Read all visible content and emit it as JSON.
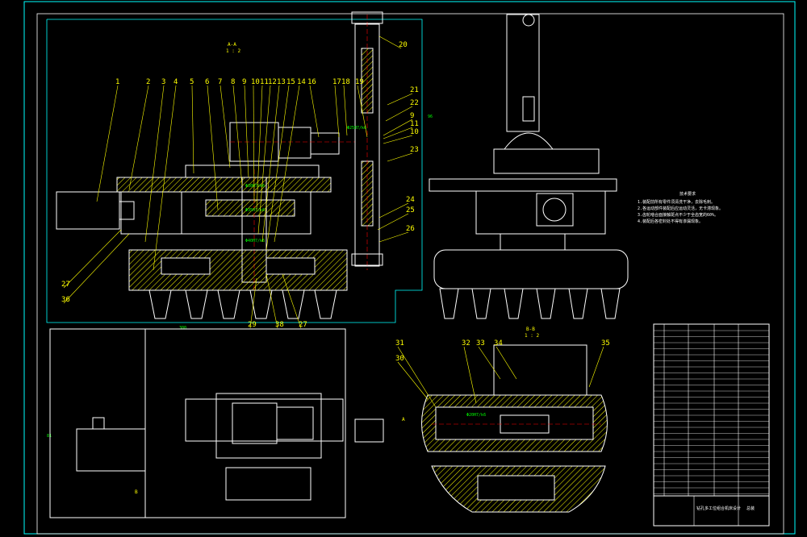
{
  "drawing": {
    "views": {
      "section_aa": {
        "title": "A-A",
        "scale": "1 : 2"
      },
      "section_bb": {
        "title": "B-B",
        "scale": "1 : 2"
      },
      "side_mark": "B",
      "view_mark": "A"
    },
    "part_labels_main": [
      "1",
      "2",
      "3",
      "4",
      "5",
      "6",
      "7",
      "8",
      "9",
      "10",
      "11",
      "12",
      "13",
      "15",
      "14",
      "16",
      "17",
      "18",
      "19",
      "20",
      "21",
      "22",
      "9",
      "11",
      "10",
      "23",
      "24",
      "25",
      "26",
      "27",
      "36",
      "29",
      "38",
      "27"
    ],
    "part_labels_section": [
      "31",
      "30",
      "32",
      "33",
      "34",
      "35"
    ],
    "notes_block": {
      "heading": "技术要求",
      "lines": [
        "1.装配前所有零件须清洗干净，去除毛刺。",
        "2.各运动部件装配后应运动灵活，无卡滞现象。",
        "3.齿轮啮合面接触斑点不少于全齿宽的60%。",
        "4.装配后各密封处不得有渗漏现象。"
      ]
    },
    "fits": [
      "Φ30H7/k6",
      "Φ35H7/k6",
      "Φ40H7/k6",
      "Φ25H7/k6",
      "Φ20H7/k6"
    ],
    "dimension_marks": [
      "300",
      "96",
      "81"
    ],
    "title_block": {
      "name": "钻孔多工位组合机床设计",
      "sheet": "总装"
    },
    "colors": {
      "frame": "#00ffff",
      "lines": "#ffffff",
      "labels": "#ffff00",
      "fits": "#00ff00",
      "centerline": "#ff0000"
    }
  }
}
